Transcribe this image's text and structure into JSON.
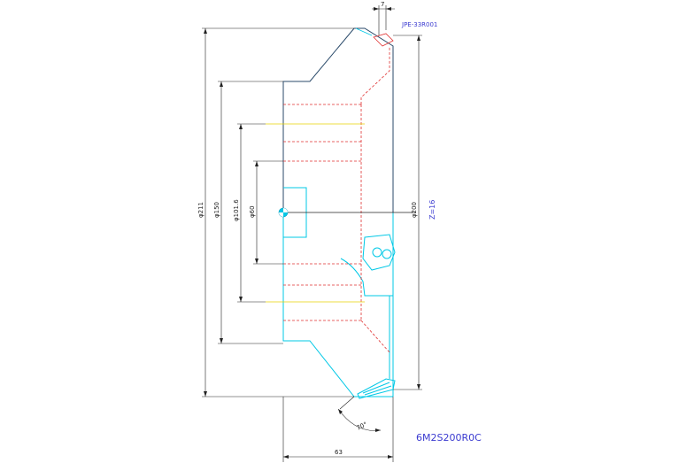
{
  "drawing": {
    "part_code": "JPE-33R001",
    "model_label": "6M2S200R0C",
    "teeth_label": "Z=16",
    "dimensions": {
      "dia_211": "φ211",
      "dia_150": "φ150",
      "dia_101_6": "φ101.6",
      "dia_60": "φ60",
      "dia_200": "φ200",
      "width_63": "63",
      "width_7": "7",
      "angle_70": "70°"
    }
  },
  "colors": {
    "outline": "#2a4a6a",
    "cyan": "#00c8e6",
    "hidden": "#e03030",
    "center": "#e6d200",
    "dim": "#222222",
    "text_blue": "#3b3bd0"
  }
}
